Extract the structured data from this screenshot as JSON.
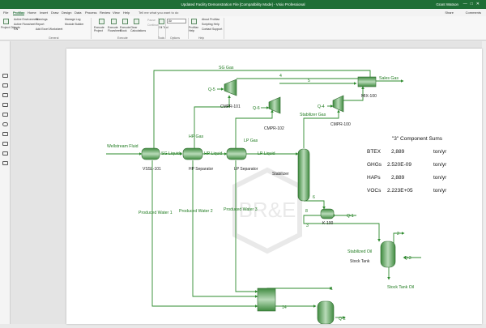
{
  "window": {
    "title": "Updated Facility Demonstration File  [Compatibility Mode] - Visio Professional",
    "user": "Grant Watson"
  },
  "tabs": [
    "File",
    "ProMax",
    "Home",
    "Insert",
    "Draw",
    "Design",
    "Data",
    "Process",
    "Review",
    "View",
    "Help"
  ],
  "tell_me": "Tell me what you want to do",
  "share_label": "Share",
  "comments_label": "Comments",
  "ribbon": {
    "project_label": "Project Objects",
    "active_environment": "Active Environment",
    "active_flowsheet": "Active Flowsheet",
    "warnings": "Warnings",
    "report": "Report",
    "add_excel_worksheet": "Add Excel Worksheet",
    "manage_log": "Manage Log",
    "module_builder": "Module Builder",
    "on_label": "ON",
    "execute_project": "Execute Project",
    "execute_flowsheet": "Execute Flowsheet",
    "execute_block": "Execute Block",
    "clear_calculations": "Clear Calculations",
    "pause": "Pause",
    "continue": "Continue",
    "oil_tool": "Oil Tool",
    "air_dropdown": "Air",
    "promax_help": "ProMax Help",
    "about_promax": "About ProMax",
    "scripting_help": "Scripting Help",
    "contact_support": "Contact Support",
    "group_general": "General",
    "group_execute": "Execute",
    "group_tools": "Tools",
    "group_options": "Options",
    "group_help": "Help"
  },
  "flowsheet": {
    "streams": {
      "sg_gas": "SG Gas",
      "s4": "4",
      "s5": "5",
      "sales_gas": "Sales Gas",
      "q6": "Q-6",
      "q5": "Q-5",
      "q4": "Q-4",
      "stabilizer_gas": "Stabilizer Gas",
      "hp_gas": "HP Gas",
      "lp_gas": "LP Gas",
      "wellstream_fluid": "Wellstream Fluid",
      "sg_liquids": "SG Liquids",
      "hp_liquid": "HP Liquid",
      "lp_liquid": "LP Liquid",
      "produced_water_1": "Produced Water 1",
      "produced_water_2": "Produced Water 2",
      "produced_water_3": "Produced Water 3",
      "s6": "6",
      "s8": "8",
      "q1": "Q-1",
      "s3": "3",
      "stabilized_oil": "Stabilized Oil",
      "q3": "Q-3",
      "stock_tank_oil": "Stock Tank Oil",
      "s1": "1",
      "s14": "14",
      "q2": "Q-2"
    },
    "equipment": {
      "cmpr101": "CMPR-101",
      "cmpr102": "CMPR-102",
      "cmpr100": "CMPR-100",
      "mix100": "MIX-100",
      "vssl101": "VSSL-101",
      "hp_separator": "HP Separator",
      "lp_separator": "LP Separator",
      "stabilizer": "Stabilizer",
      "k100": "K-100",
      "stock_tank": "Stock Tank"
    },
    "watermark": "BR&E"
  },
  "sums": {
    "title": "\"3\" Component Sums",
    "rows": [
      {
        "name": "BTEX",
        "value": "2,889",
        "unit": "ton/yr"
      },
      {
        "name": "GHGs",
        "value": "2.520E-09",
        "unit": "ton/yr"
      },
      {
        "name": "HAPs",
        "value": "2,889",
        "unit": "ton/yr"
      },
      {
        "name": "VOCs",
        "value": "2.223E+05",
        "unit": "ton/yr"
      }
    ]
  },
  "colors": {
    "stream": "#2e8b2e",
    "stream_text": "#1e7a1e",
    "equipment_fill": "#6fae6f",
    "brand": "#1f6e36"
  }
}
